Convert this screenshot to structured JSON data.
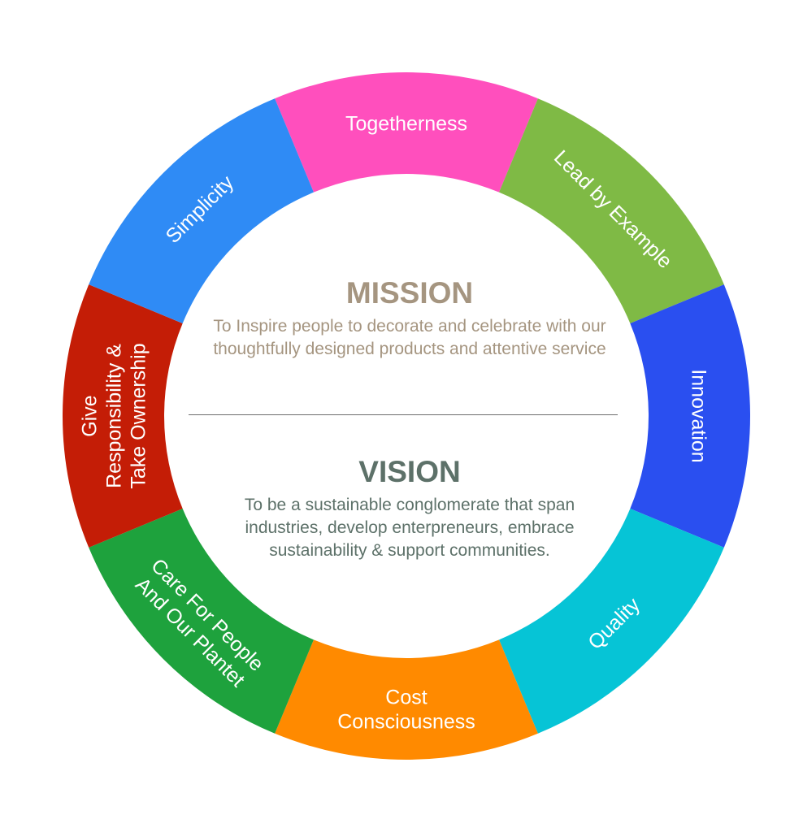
{
  "values_wheel": {
    "segments": [
      {
        "label": [
          "Togetherness"
        ],
        "color": "#ff4fbd"
      },
      {
        "label": [
          "Lead by Example"
        ],
        "color": "#7fba45"
      },
      {
        "label": [
          "Innovation"
        ],
        "color": "#2a4ff0"
      },
      {
        "label": [
          "Quality"
        ],
        "color": "#06c4d6"
      },
      {
        "label": [
          "Cost",
          "Consciousness"
        ],
        "color": "#ff8a00"
      },
      {
        "label": [
          "Care For People",
          "And Our Plantet"
        ],
        "color": "#1ea23d"
      },
      {
        "label": [
          "Give",
          "Responsibility &",
          "Take Ownership"
        ],
        "color": "#c41d06"
      },
      {
        "label": [
          "Simplicity"
        ],
        "color": "#2f8bf5"
      }
    ]
  },
  "mission": {
    "heading": "MISSION",
    "text": "To Inspire people to decorate and celebrate with our thoughtfully designed products and attentive service",
    "color": "#a59580"
  },
  "vision": {
    "heading": "VISION",
    "text": "To be a sustainable conglomerate that span industries, develop enterpreneurs, embrace sustainability & support communities.",
    "color": "#5d7169"
  }
}
